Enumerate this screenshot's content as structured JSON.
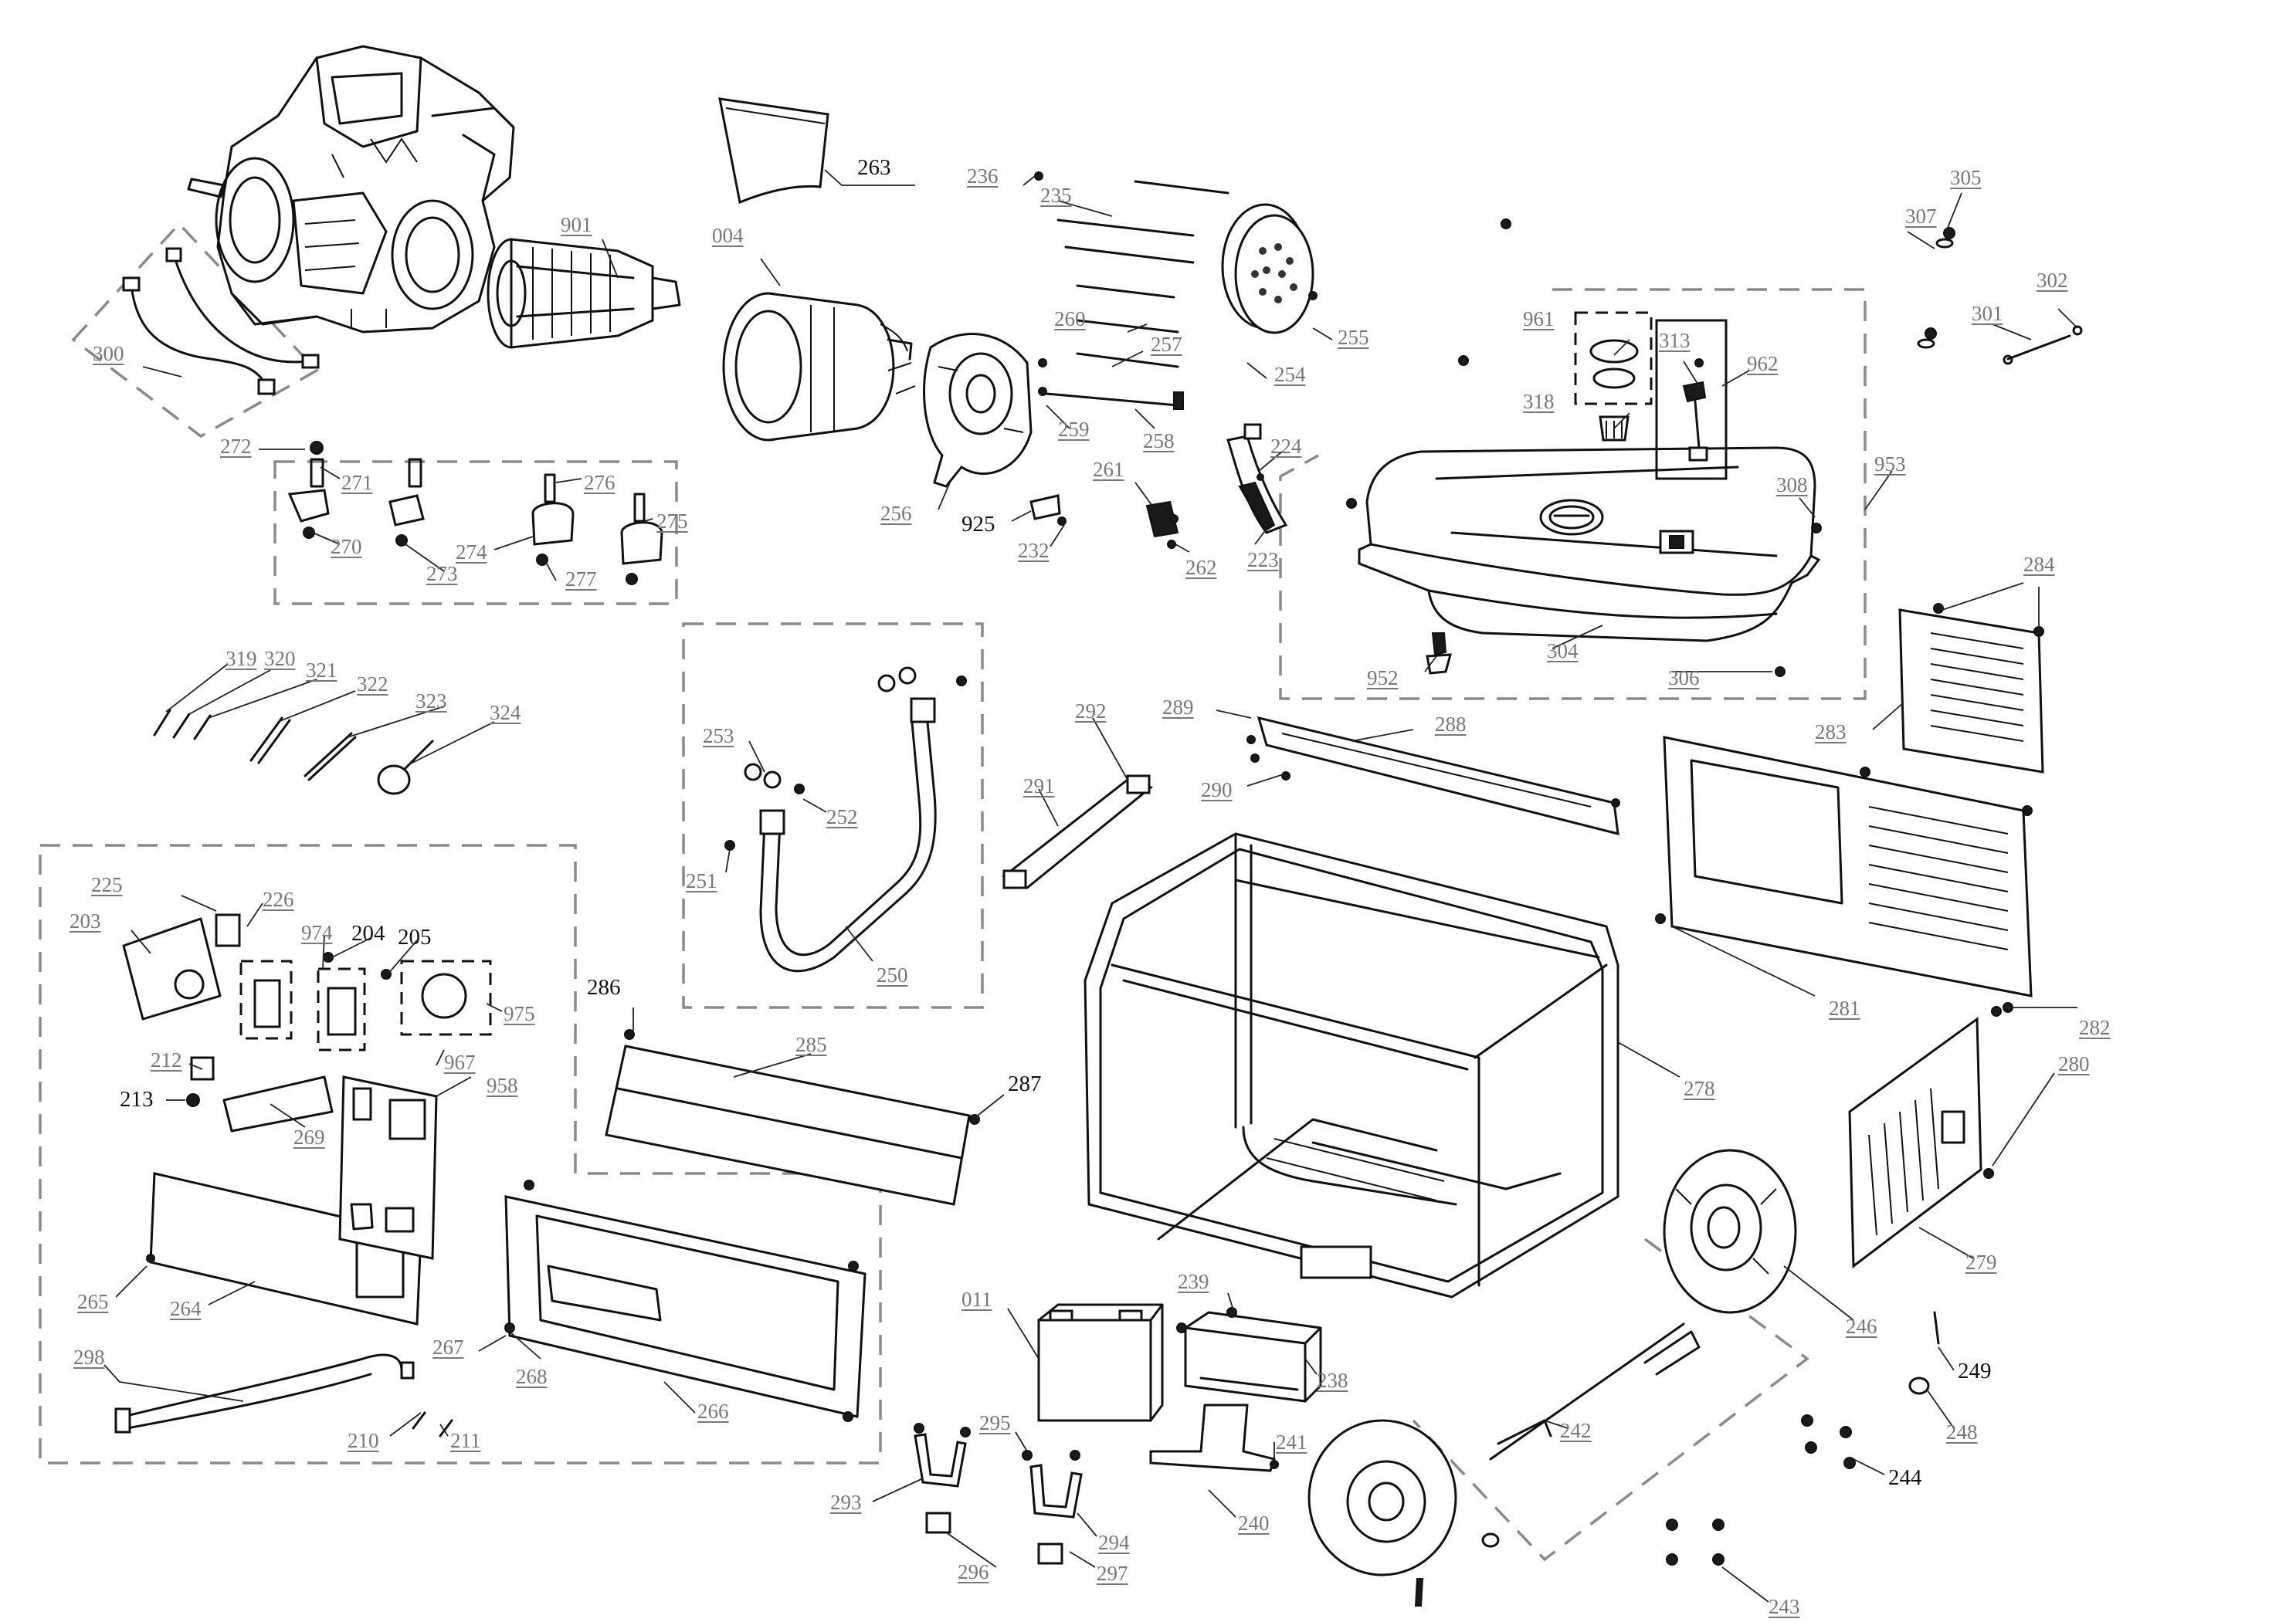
{
  "labels": [
    {
      "id": "263",
      "text": "263"
    },
    {
      "id": "236",
      "text": "236"
    },
    {
      "id": "235",
      "text": "235"
    },
    {
      "id": "305",
      "text": "305"
    },
    {
      "id": "307",
      "text": "307"
    },
    {
      "id": "901",
      "text": "901"
    },
    {
      "id": "004",
      "text": "004"
    },
    {
      "id": "302",
      "text": "302"
    },
    {
      "id": "301",
      "text": "301"
    },
    {
      "id": "255",
      "text": "255"
    },
    {
      "id": "260",
      "text": "260"
    },
    {
      "id": "257",
      "text": "257"
    },
    {
      "id": "961",
      "text": "961"
    },
    {
      "id": "313",
      "text": "313"
    },
    {
      "id": "962",
      "text": "962"
    },
    {
      "id": "300",
      "text": "300"
    },
    {
      "id": "254",
      "text": "254"
    },
    {
      "id": "318",
      "text": "318"
    },
    {
      "id": "259",
      "text": "259"
    },
    {
      "id": "258",
      "text": "258"
    },
    {
      "id": "272",
      "text": "272"
    },
    {
      "id": "224",
      "text": "224"
    },
    {
      "id": "953",
      "text": "953"
    },
    {
      "id": "271",
      "text": "271"
    },
    {
      "id": "276",
      "text": "276"
    },
    {
      "id": "261",
      "text": "261"
    },
    {
      "id": "275",
      "text": "275"
    },
    {
      "id": "256",
      "text": "256"
    },
    {
      "id": "925",
      "text": "925"
    },
    {
      "id": "308",
      "text": "308"
    },
    {
      "id": "270",
      "text": "270"
    },
    {
      "id": "274",
      "text": "274"
    },
    {
      "id": "232",
      "text": "232"
    },
    {
      "id": "223",
      "text": "223"
    },
    {
      "id": "262",
      "text": "262"
    },
    {
      "id": "284",
      "text": "284"
    },
    {
      "id": "273",
      "text": "273"
    },
    {
      "id": "277",
      "text": "277"
    },
    {
      "id": "304",
      "text": "304"
    },
    {
      "id": "952",
      "text": "952"
    },
    {
      "id": "306",
      "text": "306"
    },
    {
      "id": "319",
      "text": "319"
    },
    {
      "id": "320",
      "text": "320"
    },
    {
      "id": "321",
      "text": "321"
    },
    {
      "id": "322",
      "text": "322"
    },
    {
      "id": "323",
      "text": "323"
    },
    {
      "id": "324",
      "text": "324"
    },
    {
      "id": "289",
      "text": "289"
    },
    {
      "id": "292",
      "text": "292"
    },
    {
      "id": "288",
      "text": "288"
    },
    {
      "id": "283",
      "text": "283"
    },
    {
      "id": "253",
      "text": "253"
    },
    {
      "id": "252",
      "text": "252"
    },
    {
      "id": "291",
      "text": "291"
    },
    {
      "id": "290",
      "text": "290"
    },
    {
      "id": "251",
      "text": "251"
    },
    {
      "id": "225",
      "text": "225"
    },
    {
      "id": "226",
      "text": "226"
    },
    {
      "id": "203",
      "text": "203"
    },
    {
      "id": "974",
      "text": "974"
    },
    {
      "id": "204",
      "text": "204"
    },
    {
      "id": "205",
      "text": "205"
    },
    {
      "id": "250",
      "text": "250"
    },
    {
      "id": "286",
      "text": "286"
    },
    {
      "id": "975",
      "text": "975"
    },
    {
      "id": "281",
      "text": "281"
    },
    {
      "id": "282",
      "text": "282"
    },
    {
      "id": "285",
      "text": "285"
    },
    {
      "id": "212",
      "text": "212"
    },
    {
      "id": "967",
      "text": "967"
    },
    {
      "id": "958",
      "text": "958"
    },
    {
      "id": "287",
      "text": "287"
    },
    {
      "id": "280",
      "text": "280"
    },
    {
      "id": "278",
      "text": "278"
    },
    {
      "id": "213",
      "text": "213"
    },
    {
      "id": "269",
      "text": "269"
    },
    {
      "id": "279",
      "text": "279"
    },
    {
      "id": "239",
      "text": "239"
    },
    {
      "id": "011",
      "text": "011"
    },
    {
      "id": "265",
      "text": "265"
    },
    {
      "id": "264",
      "text": "264"
    },
    {
      "id": "246",
      "text": "246"
    },
    {
      "id": "238",
      "text": "238"
    },
    {
      "id": "298",
      "text": "298"
    },
    {
      "id": "267",
      "text": "267"
    },
    {
      "id": "268",
      "text": "268"
    },
    {
      "id": "249",
      "text": "249"
    },
    {
      "id": "266",
      "text": "266"
    },
    {
      "id": "242",
      "text": "242"
    },
    {
      "id": "248",
      "text": "248"
    },
    {
      "id": "210",
      "text": "210"
    },
    {
      "id": "211",
      "text": "211"
    },
    {
      "id": "295",
      "text": "295"
    },
    {
      "id": "241",
      "text": "241"
    },
    {
      "id": "244",
      "text": "244"
    },
    {
      "id": "293",
      "text": "293"
    },
    {
      "id": "240",
      "text": "240"
    },
    {
      "id": "294",
      "text": "294"
    },
    {
      "id": "296",
      "text": "296"
    },
    {
      "id": "297",
      "text": "297"
    },
    {
      "id": "243",
      "text": "243"
    }
  ]
}
